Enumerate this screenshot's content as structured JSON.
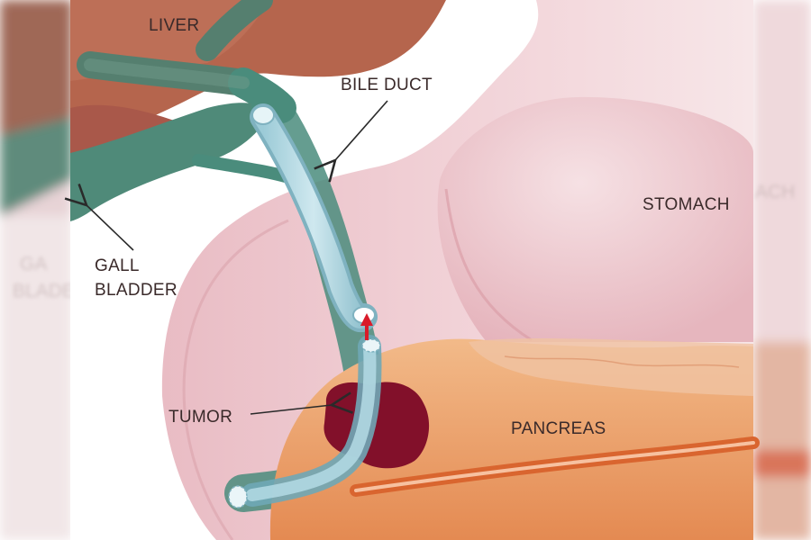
{
  "labels": {
    "liver": "LIVER",
    "bile_duct": "BILE DUCT",
    "stomach": "STOMACH",
    "gall_line1": "GALL",
    "gall_line2": "BLADDER",
    "tumor": "TUMOR",
    "pancreas": "PANCREAS"
  },
  "ghost_labels": {
    "left_line1": "GA",
    "left_line2": "BLADE",
    "right": "ACH"
  },
  "colors": {
    "liver": "#b5654d",
    "duct": "#4a8c7c",
    "stent": "#a9d3de",
    "stomach": "#e6b7bf",
    "pancreas": "#e99a62",
    "tumor": "#82102a",
    "arrow": "#d91b2a"
  }
}
